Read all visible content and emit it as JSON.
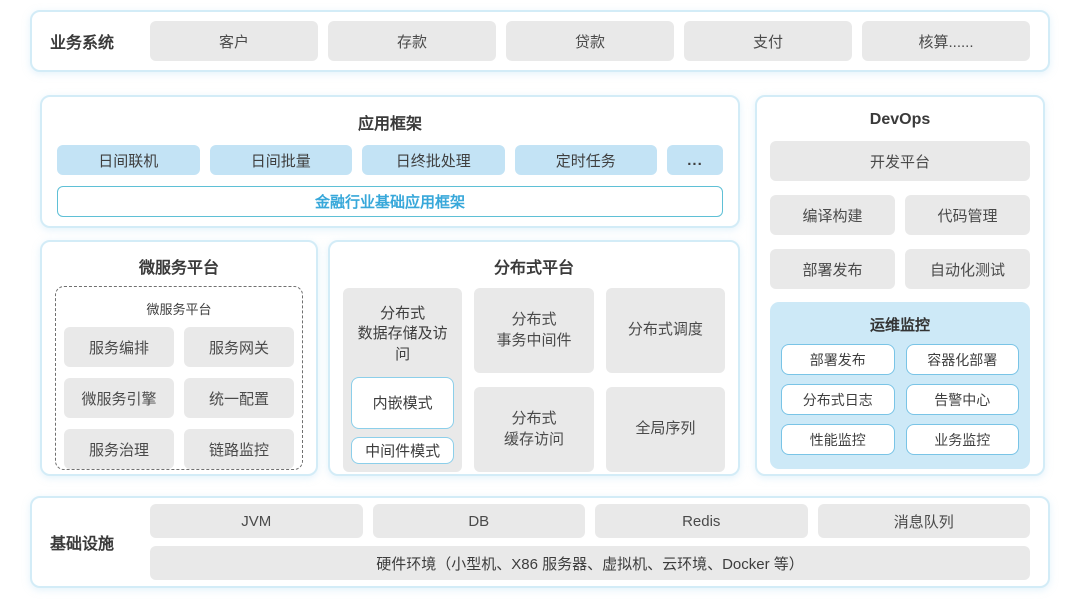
{
  "business_systems": {
    "label": "业务系统",
    "items": [
      "客户",
      "存款",
      "贷款",
      "支付",
      "核算......"
    ]
  },
  "app_framework": {
    "title": "应用框架",
    "modules": [
      "日间联机",
      "日间批量",
      "日终批处理",
      "定时任务",
      "..."
    ],
    "base_framework": "金融行业基础应用框架"
  },
  "microservice_platform": {
    "title": "微服务平台",
    "inner_title": "微服务平台",
    "modules": [
      "服务编排",
      "服务网关",
      "微服务引擎",
      "统一配置",
      "服务治理",
      "链路监控"
    ]
  },
  "distributed_platform": {
    "title": "分布式平台",
    "data_storage": {
      "title": "分布式\n数据存储及访问",
      "modes": [
        "内嵌模式",
        "中间件模式"
      ]
    },
    "modules": [
      "分布式\n事务中间件",
      "分布式调度",
      "分布式\n缓存访问",
      "全局序列"
    ]
  },
  "devops": {
    "title": "DevOps",
    "dev_platform": "开发平台",
    "modules": [
      "编译构建",
      "代码管理",
      "部署发布",
      "自动化测试"
    ],
    "ops_monitoring": {
      "title": "运维监控",
      "modules": [
        "部署发布",
        "容器化部署",
        "分布式日志",
        "告警中心",
        "性能监控",
        "业务监控"
      ]
    }
  },
  "infrastructure": {
    "label": "基础设施",
    "modules": [
      "JVM",
      "DB",
      "Redis",
      "消息队列"
    ],
    "hardware": "硬件环境（小型机、X86 服务器、虚拟机、云环境、Docker 等）"
  },
  "colors": {
    "container_border": "#d3ecf7",
    "gray_box": "#e9e9e9",
    "blue_box": "#c3e3f5",
    "monitor_panel_bg": "#cde9f7",
    "monitor_box_border": "#79c4e6",
    "mode_box_border": "#8ccfea",
    "base_framework_border": "#5fc0d6",
    "base_framework_text": "#38a8da",
    "text": "#3d3d3d"
  }
}
